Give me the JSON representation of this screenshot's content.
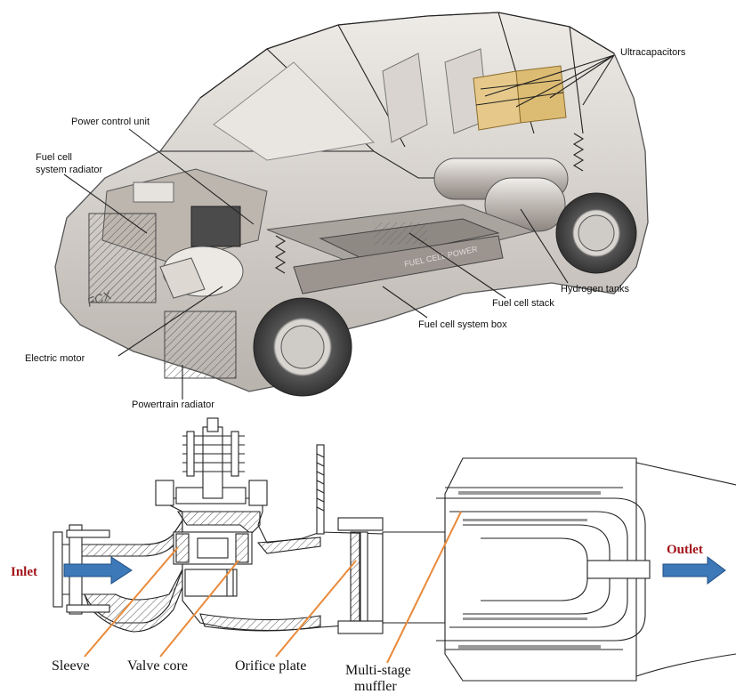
{
  "car": {
    "labels": {
      "ultracapacitors": "Ultracapacitors",
      "power_control_unit": "Power control unit",
      "fuel_cell_radiator_line1": "Fuel cell",
      "fuel_cell_radiator_line2": "system radiator",
      "hydrogen_tanks": "Hydrogen tanks",
      "fuel_cell_stack": "Fuel cell stack",
      "fuel_cell_system_box": "Fuel cell system box",
      "electric_motor": "Electric motor",
      "powertrain_radiator": "Powertrain radiator"
    },
    "colors": {
      "ultracapacitor_fill": "#e6c98a",
      "body_tone": "#cfcac4"
    }
  },
  "valve": {
    "labels": {
      "inlet": "Inlet",
      "outlet": "Outlet",
      "sleeve": "Sleeve",
      "valve_core": "Valve core",
      "orifice_plate": "Orifice plate",
      "muffler_line1": "Multi-stage",
      "muffler_line2": "muffler"
    },
    "colors": {
      "flow_arrow": "#3d78b8",
      "flow_text": "#a3141b",
      "leader_line": "#e98a3a"
    }
  }
}
